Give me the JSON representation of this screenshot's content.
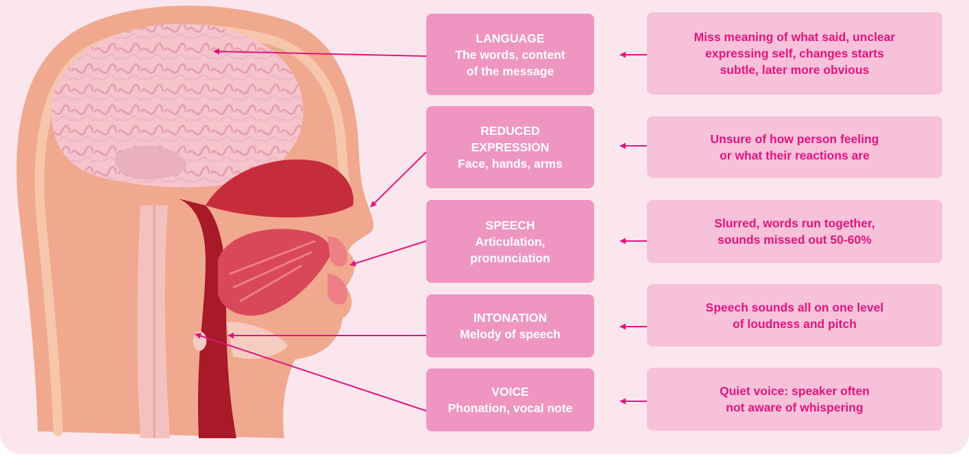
{
  "colors": {
    "panel_background": "#fce6ee",
    "term_box": "#ef95c2",
    "effect_box": "#f8c1da",
    "effect_text": "#e2137f",
    "arrow": "#e2137f"
  },
  "rows": [
    {
      "id": "language",
      "term_title": "LANGUAGE",
      "term_detail": "The words, content\nof the message",
      "effect": "Miss meaning of what said, unclear\nexpressing self, changes starts\nsubtle, later more obvious"
    },
    {
      "id": "reduced-expression",
      "term_title": "REDUCED\nEXPRESSION",
      "term_detail": "Face, hands, arms",
      "effect": "Unsure of how person feeling\nor what their reactions are"
    },
    {
      "id": "speech",
      "term_title": "SPEECH",
      "term_detail": "Articulation,\npronunciation",
      "effect": "Slurred, words run together,\nsounds missed out 50-60%"
    },
    {
      "id": "intonation",
      "term_title": "INTONATION",
      "term_detail": "Melody of speech",
      "effect": "Speech sounds all on one level\nof loudness and pitch"
    },
    {
      "id": "voice",
      "term_title": "VOICE",
      "term_detail": "Phonation, vocal note",
      "effect": "Quiet voice: speaker often\nnot aware of whispering"
    }
  ]
}
